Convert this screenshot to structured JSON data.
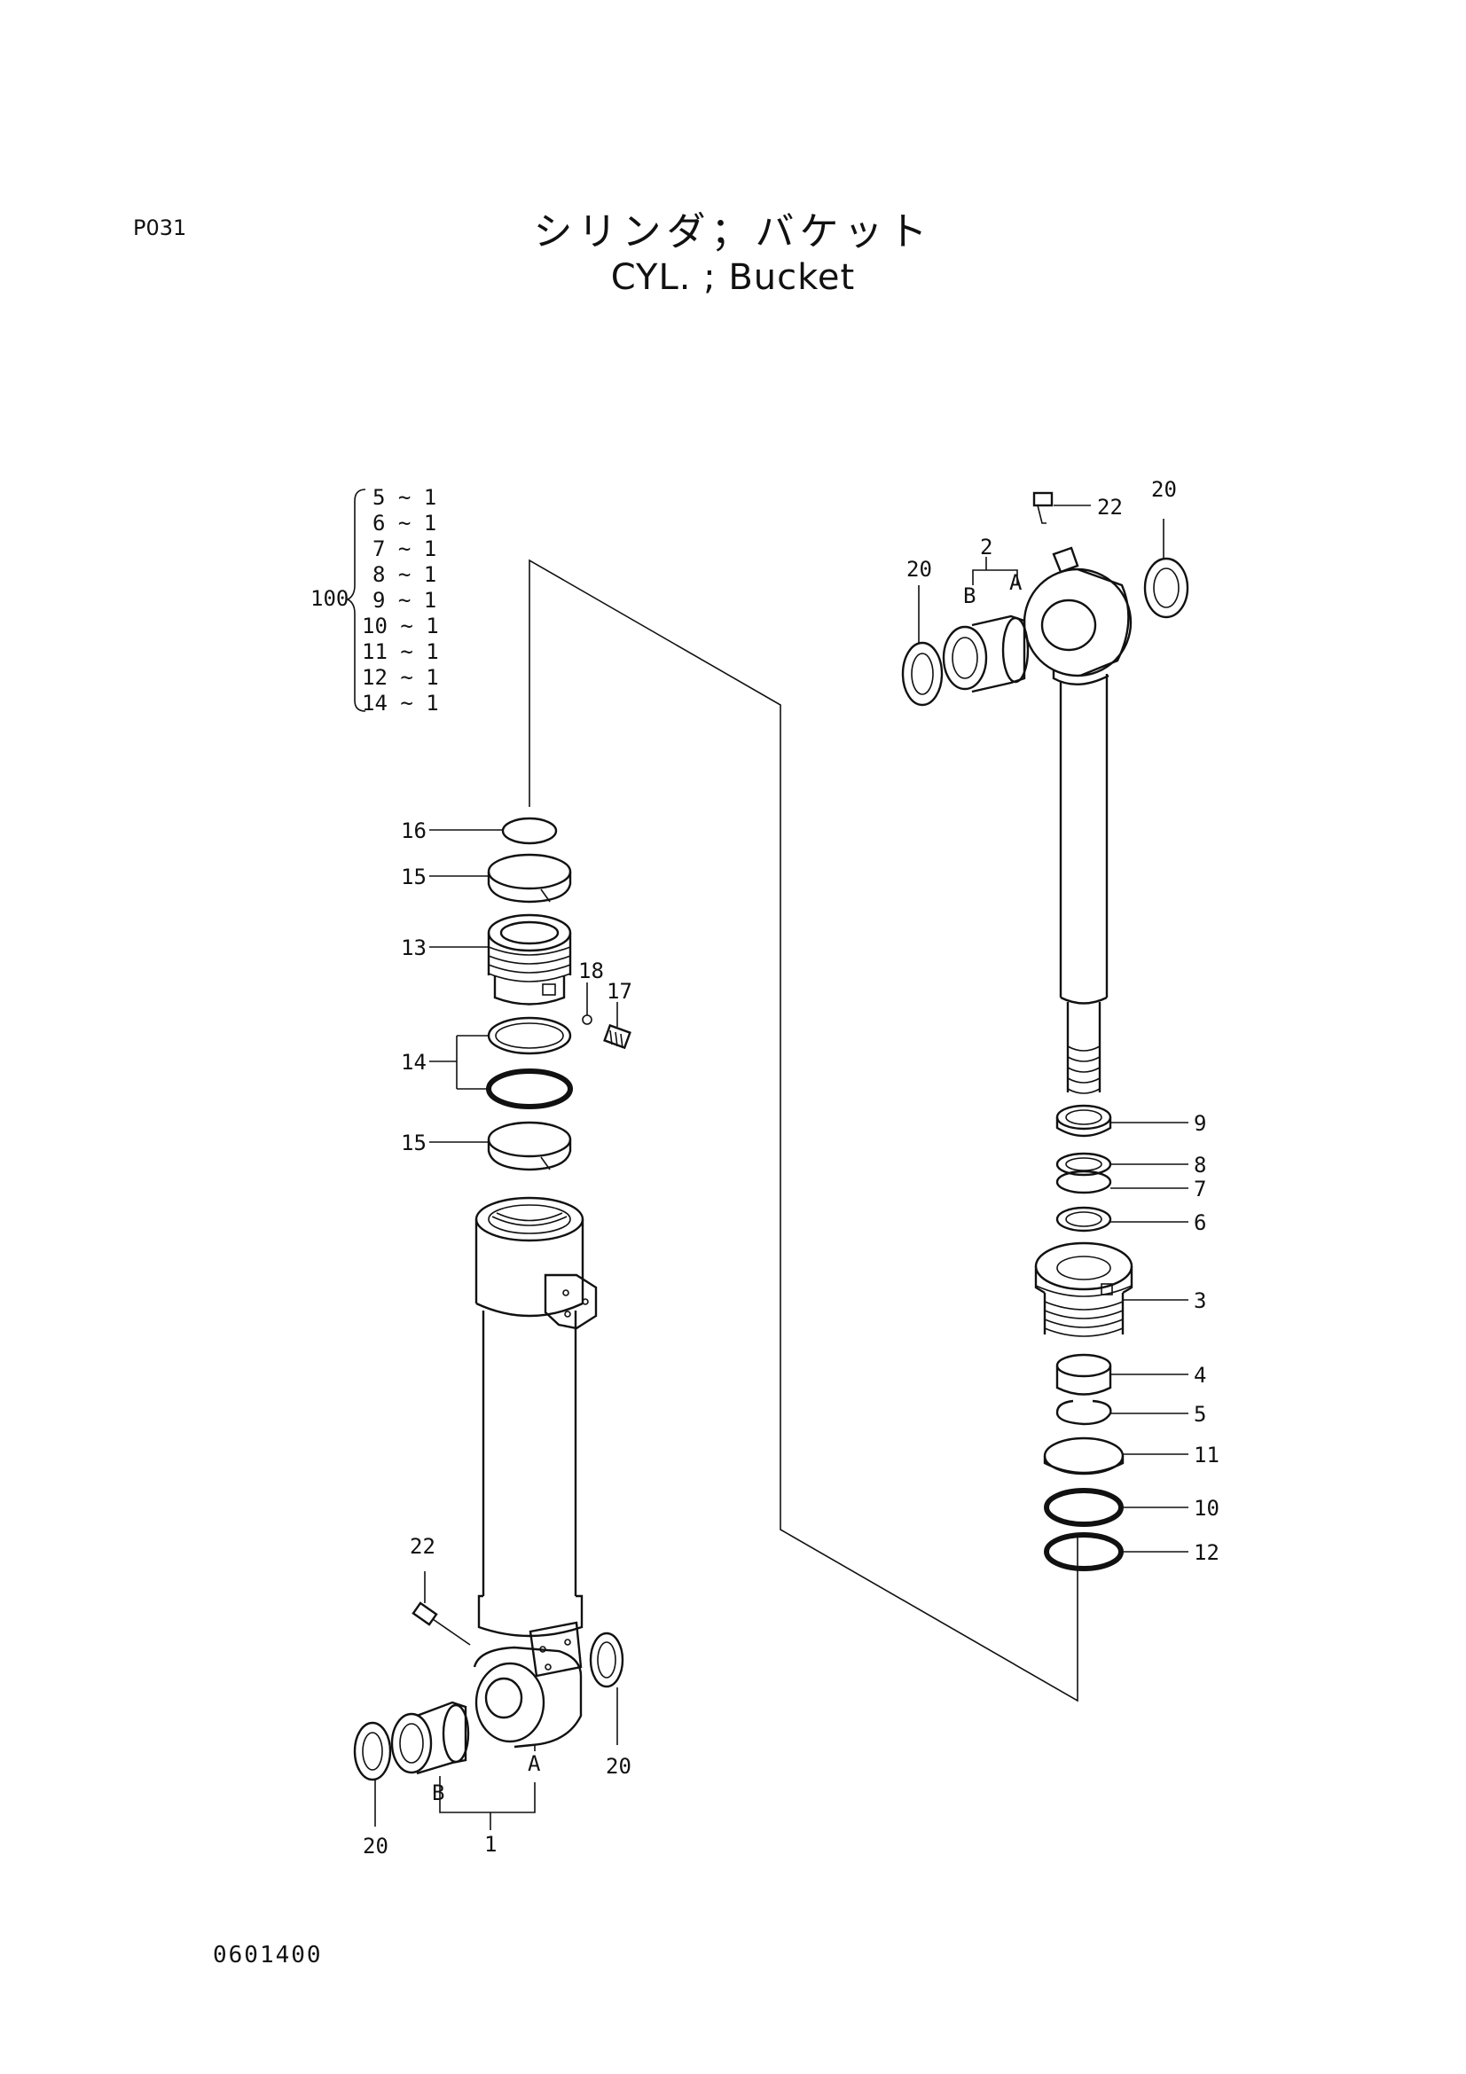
{
  "header": {
    "page_code": "P031",
    "title_jp": "シリンダ；バケット",
    "title_en": "CYL. ; Bucket"
  },
  "kit": {
    "number": "100",
    "items": [
      "5 ~ 1",
      "6 ~ 1",
      "7 ~ 1",
      "8 ~ 1",
      "9 ~ 1",
      "10 ~ 1",
      "11 ~ 1",
      "12 ~ 1",
      "14 ~ 1"
    ]
  },
  "callouts": {
    "p1": "1",
    "p2": "2",
    "p3": "3",
    "p4": "4",
    "p5": "5",
    "p6": "6",
    "p7": "7",
    "p8": "8",
    "p9": "9",
    "p10": "10",
    "p11": "11",
    "p12": "12",
    "p13": "13",
    "p14": "14",
    "p15a": "15",
    "p15b": "15",
    "p16": "16",
    "p17": "17",
    "p18": "18",
    "p20a": "20",
    "p20b": "20",
    "p20c": "20",
    "p20d": "20",
    "p22a": "22",
    "p22b": "22",
    "subA_tube": "A",
    "subB_tube": "B",
    "subA_rod": "A",
    "subB_rod": "B"
  },
  "footer": {
    "drawing_code": "0601400"
  }
}
